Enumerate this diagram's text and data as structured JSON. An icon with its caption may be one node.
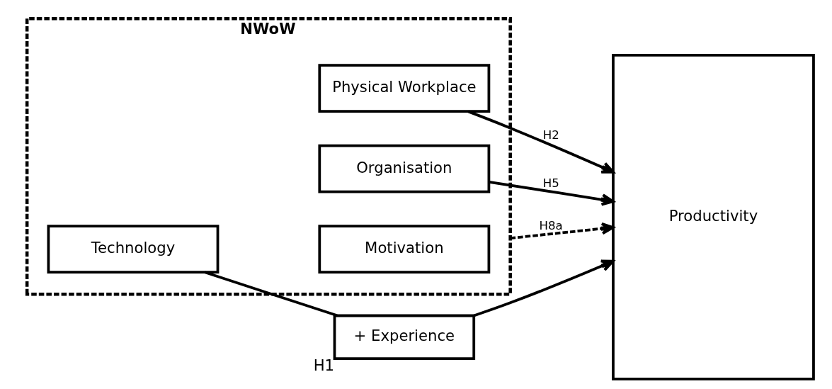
{
  "diagram": {
    "nodes": [
      {
        "text": [
          "NWoW"
        ]
      },
      {
        "text": [
          "Technology"
        ],
        "in": 0
      },
      {
        "text": [
          "Physical Workplace"
        ],
        "in": 0
      },
      {
        "text": [
          "Organisation"
        ],
        "in": 0
      },
      {
        "text": [
          "Motivation"
        ],
        "in": 0
      },
      {
        "text": [
          "+ Experience"
        ],
        "beside": [
          "H1"
        ]
      },
      {
        "text": [
          "Productivity"
        ]
      }
    ],
    "edges": [
      {
        "from": 1,
        "to": 5,
        "arrow": "none"
      },
      {
        "from": 5,
        "to": 6,
        "arrow": "to"
      },
      {
        "from": 2,
        "to": 6,
        "label": "H2",
        "arrow": "to"
      },
      {
        "from": 3,
        "to": 6,
        "label": "H5",
        "arrow": "to"
      },
      {
        "from": 0,
        "to": 6,
        "label": "H8a",
        "arrow": "to",
        "style": "dashed"
      }
    ]
  }
}
